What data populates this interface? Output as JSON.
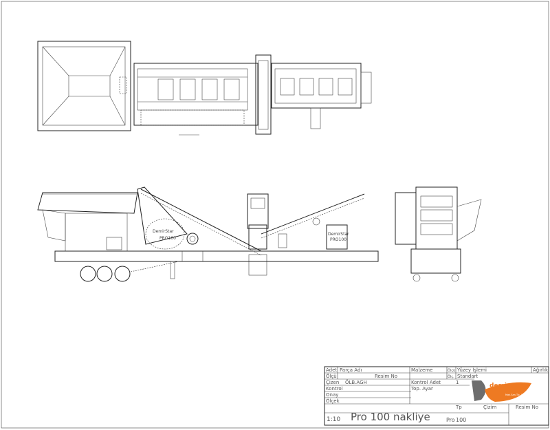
{
  "drawing": {
    "machine_label_crusher": "DemirStar",
    "machine_model_crusher": "PRO100",
    "machine_label_screen": "DemirStar",
    "machine_model_screen": "PRO100"
  },
  "title_block": {
    "adet": "Adet",
    "parca_adi": "Parça Adı",
    "malzeme": "Malzeme",
    "olcu_top": "Ölçü",
    "yuzey_islemi": "Yüzey İşlemi",
    "agirlik": "Ağırlık",
    "olcu": "Ölçü",
    "resim_no_top": "Resim No",
    "olcu_small": "Ölç.",
    "standart": "Standart",
    "cizen": "Çizen",
    "cizen_name": "ÖLB.AGH",
    "kontrol_adet": "Kontrol Adet",
    "kontrol_adet_value": "1",
    "kontrol": "Kontrol",
    "tolerans": "Top. Ayar",
    "onay": "Onay",
    "olcek": "Ölçek",
    "tp": "Tp",
    "cizim": "Çizim",
    "resim_no": "Resim No",
    "scale_value": "1:10",
    "title": "Pro 100 nakliye",
    "part_code_prefix": "Pro",
    "part_code": "100",
    "logo_text": "demirstar",
    "logo_subtext": "Mak.San.Tic. Ltd.Şti.",
    "logo_colors": {
      "orange": "#ee7a22",
      "gray": "#6d6d6d"
    }
  }
}
